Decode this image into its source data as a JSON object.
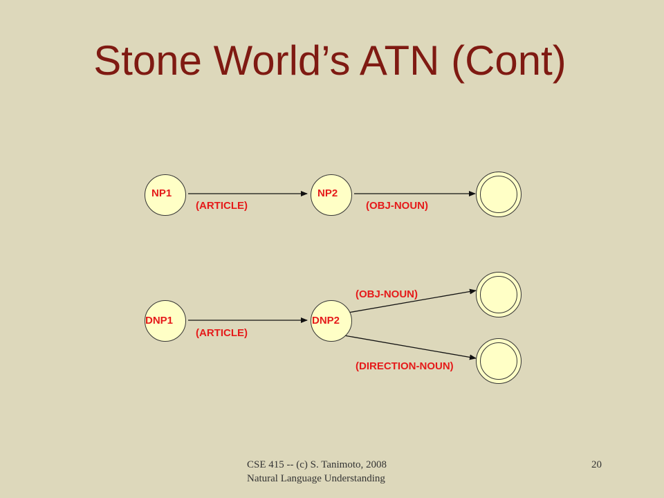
{
  "slide": {
    "title": "Stone World’s ATN (Cont)"
  },
  "diagram": {
    "nodes": {
      "np1": "NP1",
      "np2": "NP2",
      "dnp1": "DNP1",
      "dnp2": "DNP2"
    },
    "arcs": {
      "np1_np2": "(ARTICLE)",
      "np2_final": "(OBJ-NOUN)",
      "dnp1_dnp2": "(ARTICLE)",
      "dnp2_final_obj": "(OBJ-NOUN)",
      "dnp2_final_dir": "(DIRECTION-NOUN)"
    }
  },
  "footer": {
    "line1": "CSE 415 -- (c) S. Tanimoto, 2008",
    "line2": "Natural Language Understanding",
    "page": "20"
  },
  "colors": {
    "background": "#ddd8bb",
    "title": "#7f1a12",
    "label": "#e51a1a",
    "node_fill": "#ffffc6"
  }
}
